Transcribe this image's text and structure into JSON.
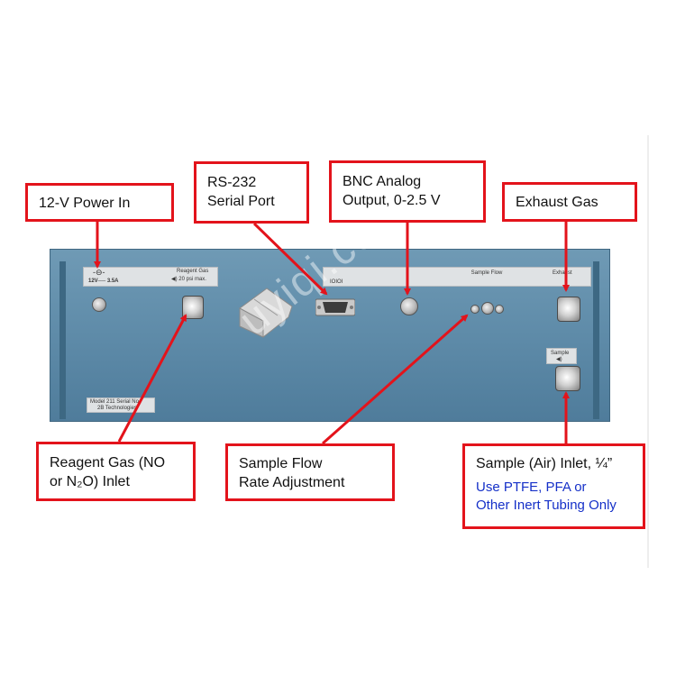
{
  "callouts": {
    "power": "12-V Power In",
    "rs232": [
      "RS-232",
      "Serial Port"
    ],
    "bnc": [
      "BNC Analog",
      "Output, 0-2.5 V"
    ],
    "exhaust": "Exhaust Gas",
    "reagent": [
      "Reagent Gas (NO",
      "or N₂O) Inlet"
    ],
    "sample_flow": [
      "Sample Flow",
      "Rate Adjustment"
    ],
    "sample_inlet": "Sample (Air) Inlet, ¼”",
    "sample_note": [
      "Use PTFE, PFA or",
      "Other Inert Tubing Only"
    ]
  },
  "panel_labels": {
    "power_rating": "12V── 3.5A",
    "reagent_gas": "Reagent Gas",
    "reagent_psi": "◀) 20 psi max.",
    "ioi": "IOIOI",
    "sample_flow": "Sample Flow",
    "exhaust": "Exhaust",
    "sample": "Sample",
    "model_plate": [
      "Model 211 Serial No.",
      "2B Technologies"
    ]
  },
  "watermark": "uyiqi.com",
  "colors": {
    "callout_border": "#e3131b",
    "note_text": "#1530c8",
    "panel": "#5f8eab"
  }
}
